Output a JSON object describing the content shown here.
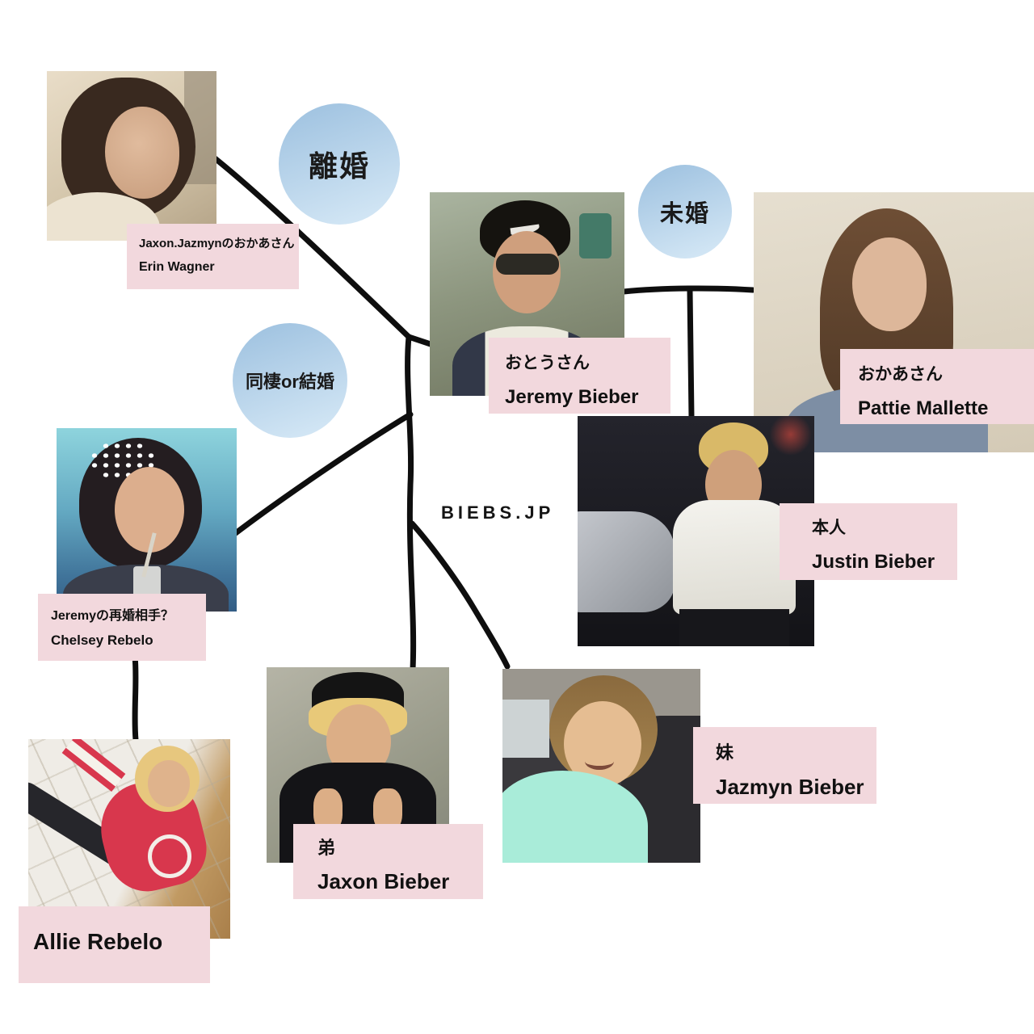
{
  "watermark": {
    "text": "BIEBS.JP"
  },
  "colors": {
    "label_bg": "#f2d8dd",
    "circle_top": "#9cc0df",
    "circle_bottom": "#d8eaf7",
    "line_color": "#0e0e0e"
  },
  "badges": {
    "rikon": {
      "label": "離婚"
    },
    "mikon": {
      "label": "未婚"
    },
    "dousei": {
      "label": "同棲or結婚"
    }
  },
  "people": {
    "erin": {
      "role": "Jaxon.Jazmynのおかあさん",
      "name": "Erin Wagner",
      "photo": "woman with short dark hair, beige room"
    },
    "jeremy": {
      "role": "おとうさん",
      "name": "Jeremy Bieber",
      "photo": "man in car with black headband and sunglasses"
    },
    "pattie": {
      "role": "おかあさん",
      "name": "Pattie Mallette",
      "photo": "woman with long brown hair, grey-blue shirt"
    },
    "chelsey": {
      "role": "Jeremyの再婚相手？",
      "name": "Chelsey Rebelo",
      "photo": "dark-haired woman with white lace headband drinking through straw"
    },
    "justin": {
      "role": "本人",
      "name": "Justin Bieber",
      "photo": "blond man in white shirt at night beside car"
    },
    "allie": {
      "role": "",
      "name": "Allie Rebelo",
      "photo": "girl in red Justice shirt doing splits on tile floor"
    },
    "jaxon": {
      "role": "弟",
      "name": "Jaxon Bieber",
      "photo": "boy in black cap and hoodie making peace signs"
    },
    "jazmyn": {
      "role": "妹",
      "name": "Jazmyn Bieber",
      "photo": "smiling girl in teal hoodie inside car"
    }
  },
  "edges": [
    {
      "from": "erin",
      "to": "jeremy",
      "via": "離婚"
    },
    {
      "from": "chelsey",
      "to": "jeremy",
      "via": "同棲or結婚"
    },
    {
      "from": "jeremy",
      "to": "pattie",
      "via": "未婚"
    },
    {
      "from": "jeremy+pattie",
      "to": "justin"
    },
    {
      "from": "family-junction",
      "to": "jaxon"
    },
    {
      "from": "family-junction",
      "to": "jazmyn"
    },
    {
      "from": "chelsey",
      "to": "allie"
    }
  ]
}
